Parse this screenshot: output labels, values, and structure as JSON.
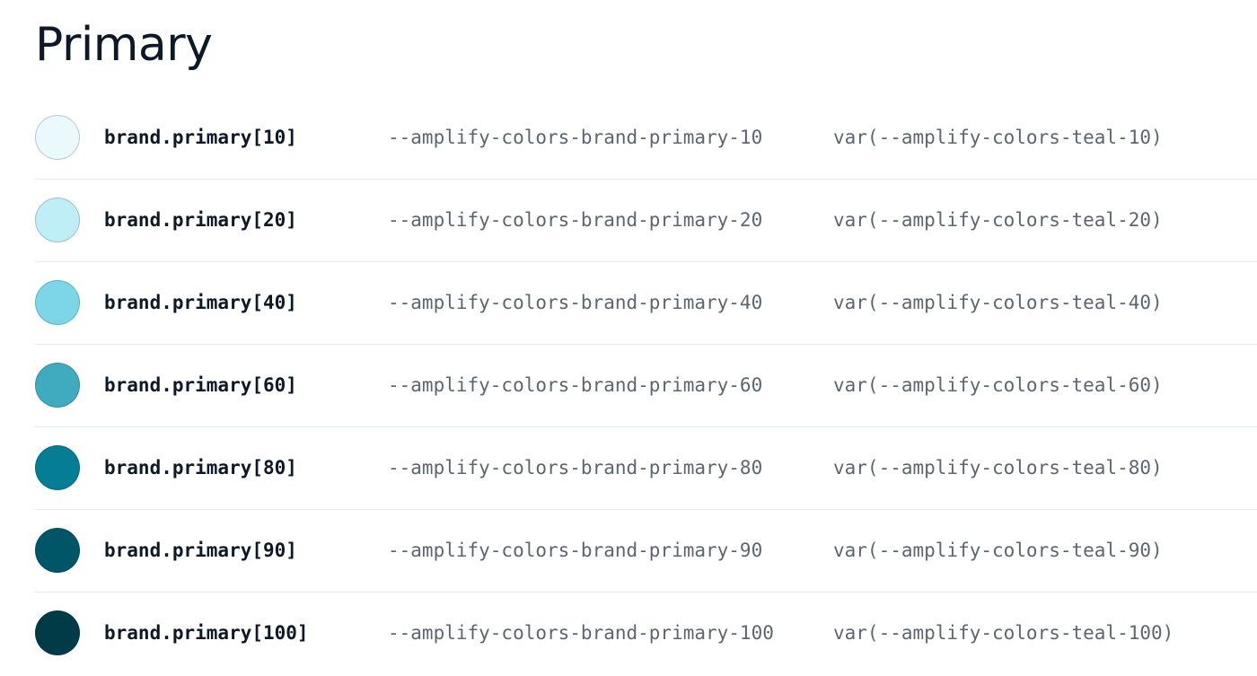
{
  "section": {
    "title": "Primary"
  },
  "colors": [
    {
      "name": "brand.primary[10]",
      "css_var": "--amplify-colors-brand-primary-10",
      "value": "var(--amplify-colors-teal-10)",
      "swatch": "#e9f9fc"
    },
    {
      "name": "brand.primary[20]",
      "css_var": "--amplify-colors-brand-primary-20",
      "value": "var(--amplify-colors-teal-20)",
      "swatch": "#c0eef7"
    },
    {
      "name": "brand.primary[40]",
      "css_var": "--amplify-colors-brand-primary-40",
      "value": "var(--amplify-colors-teal-40)",
      "swatch": "#7dd6e8"
    },
    {
      "name": "brand.primary[60]",
      "css_var": "--amplify-colors-brand-primary-60",
      "value": "var(--amplify-colors-teal-60)",
      "swatch": "#40aabf"
    },
    {
      "name": "brand.primary[80]",
      "css_var": "--amplify-colors-brand-primary-80",
      "value": "var(--amplify-colors-teal-80)",
      "swatch": "#047d95"
    },
    {
      "name": "brand.primary[90]",
      "css_var": "--amplify-colors-brand-primary-90",
      "value": "var(--amplify-colors-teal-90)",
      "swatch": "#005566"
    },
    {
      "name": "brand.primary[100]",
      "css_var": "--amplify-colors-brand-primary-100",
      "value": "var(--amplify-colors-teal-100)",
      "swatch": "#003b47"
    }
  ]
}
